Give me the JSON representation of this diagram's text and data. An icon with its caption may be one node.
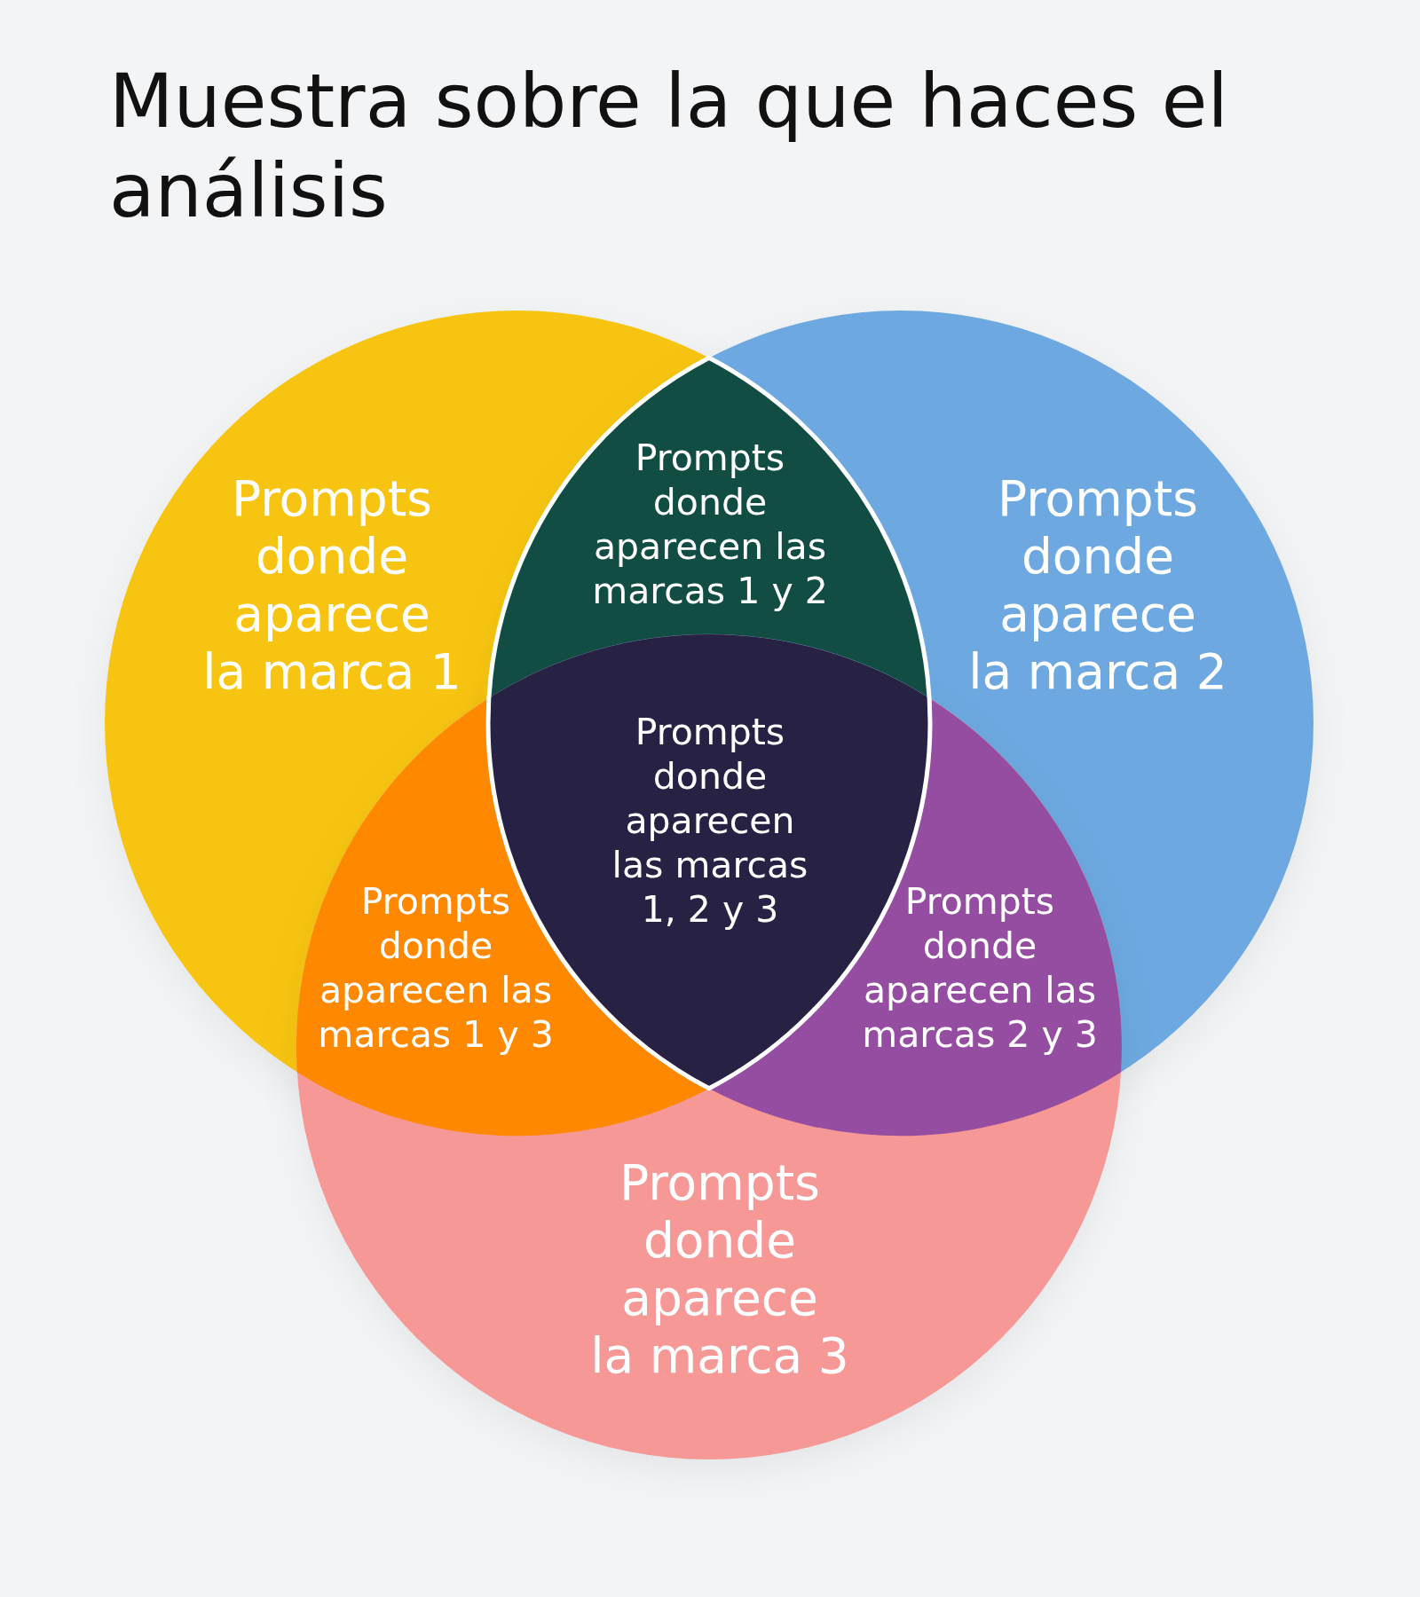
{
  "diagram": {
    "title": "Muestra sobre la que haces el análisis",
    "nodes": [
      {
        "text": [
          "Prompts donde aparece la marca 1"
        ]
      },
      {
        "text": [
          "Prompts donde aparecen las marcas 1 y 2"
        ]
      },
      {
        "text": [
          "Prompts donde aparece la marca 2"
        ]
      },
      {
        "text": [
          "Prompts donde aparecen las marcas 1, 2 y 3"
        ]
      },
      {
        "text": [
          "Prompts donde aparecen las marcas 1 y 3"
        ]
      },
      {
        "text": [
          "Prompts donde aparecen las marcas 2 y 3"
        ]
      },
      {
        "text": [
          "Prompts donde aparece la marca 3"
        ]
      }
    ]
  }
}
